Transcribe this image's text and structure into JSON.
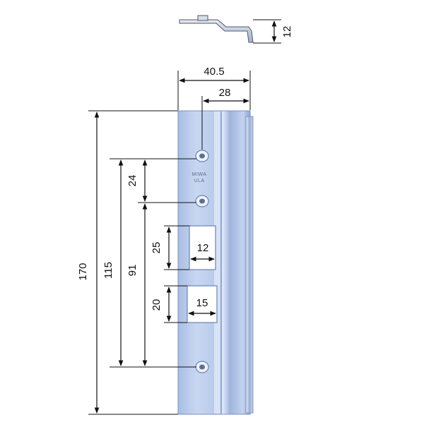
{
  "dimensions": {
    "side_profile_height": "12",
    "overall_width": "40.5",
    "hole_offset": "28",
    "overall_height": "170",
    "outer_hole_spacing": "115",
    "hole_to_bottom_hole": "91",
    "top_hole_spacing": "24",
    "slot1_height": "25",
    "slot1_width": "12",
    "slot2_height": "20",
    "slot2_width": "15"
  },
  "plate": {
    "emboss_line1": "MIWA",
    "emboss_line2": "ULA",
    "plate_color": "#b9cbea",
    "highlight_color": "#e6eefb",
    "shadow_color": "#7d93bf"
  }
}
